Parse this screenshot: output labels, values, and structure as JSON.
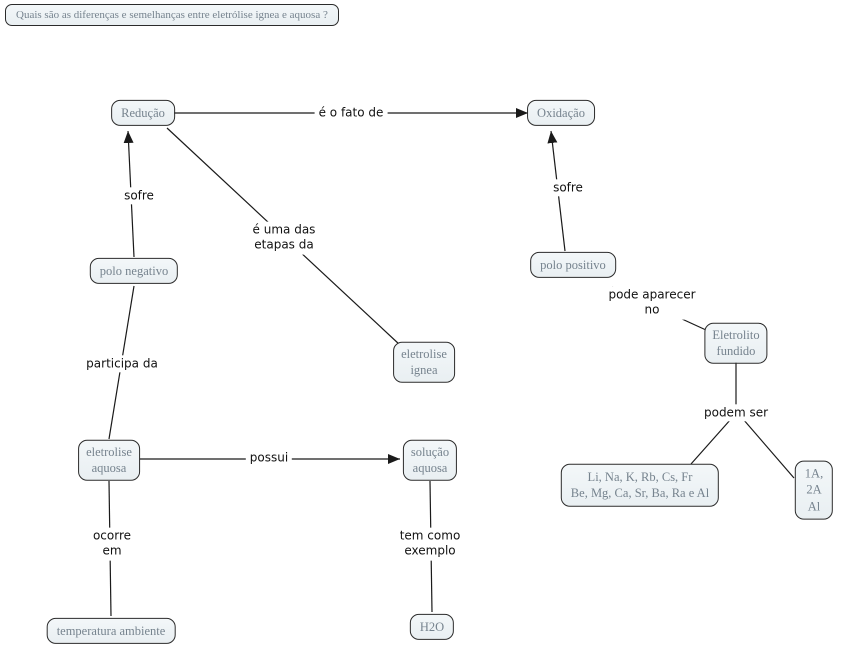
{
  "question": "Quais são as diferenças e semelhanças entre eletrólise ignea e aquosa ?",
  "nodes": {
    "reducao": "Redução",
    "oxidacao": "Oxidação",
    "polo_negativo": "polo negativo",
    "polo_positivo": "polo positivo",
    "eletrolito_fundido": "Eletrolito\nfundido",
    "eletrolise_ignea": "eletrolise\nignea",
    "eletrolise_aquosa": "eletrolise\naquosa",
    "solucao_aquosa": "solução\naquosa",
    "metais": "Li, Na, K, Rb, Cs, Fr\nBe, Mg, Ca, Sr, Ba, Ra e Al",
    "familias": "1A, 2A Al",
    "temperatura_ambiente": "temperatura ambiente",
    "h2o": "H2O"
  },
  "links": {
    "e_o_fato_de": "é o fato de",
    "sofre_left": "sofre",
    "sofre_right": "sofre",
    "e_uma_das_etapas_da": "é uma das\netapas da",
    "pode_aparecer_no": "pode aparecer\nno",
    "participa_da": "participa da",
    "possui": "possui",
    "podem_ser": "podem ser",
    "ocorre_em": "ocorre\nem",
    "tem_como_exemplo": "tem como\nexemplo"
  },
  "colors": {
    "node_fill": "#e9eff2",
    "node_border": "#2b2b2b",
    "node_text": "#76838e",
    "label_text": "#111111",
    "line": "#1a1a1a",
    "canvas_bg": "#ffffff"
  }
}
